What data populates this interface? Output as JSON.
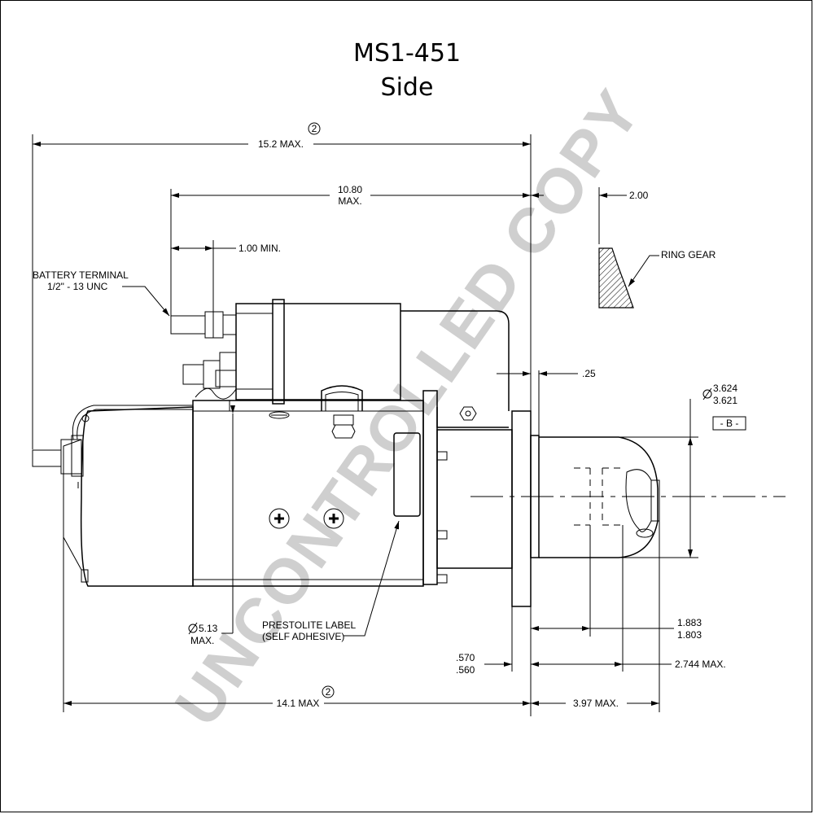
{
  "title": "MS1-451",
  "subtitle": "Side",
  "watermark": "UNCONTROLLED COPY",
  "dimensions": {
    "overall_length_top": "15.2 MAX.",
    "overall_length_top_note": "2",
    "solenoid_length_a": "10.80",
    "solenoid_length_b": "MAX.",
    "terminal_min": "1.00 MIN.",
    "ring_gear_offset": "2.00",
    "flange_gap": ".25",
    "pinion_dia_a": "3.624",
    "pinion_dia_b": "3.621",
    "datum": "- B -",
    "motor_dia_a": "5.13",
    "motor_dia_b": "MAX.",
    "pinion_travel_a": "1.883",
    "pinion_travel_b": "1.803",
    "flange_thick_a": ".570",
    "flange_thick_b": ".560",
    "pinion_extent": "2.744 MAX.",
    "overall_length_bottom": "14.1 MAX",
    "overall_length_bottom_note": "2",
    "nose_length": "3.97 MAX."
  },
  "labels": {
    "battery_terminal_a": "BATTERY TERMINAL",
    "battery_terminal_b": "1/2\" - 13 UNC",
    "ring_gear": "RING GEAR",
    "prestolite_a": "PRESTOLITE LABEL",
    "prestolite_b": "(SELF ADHESIVE)"
  }
}
